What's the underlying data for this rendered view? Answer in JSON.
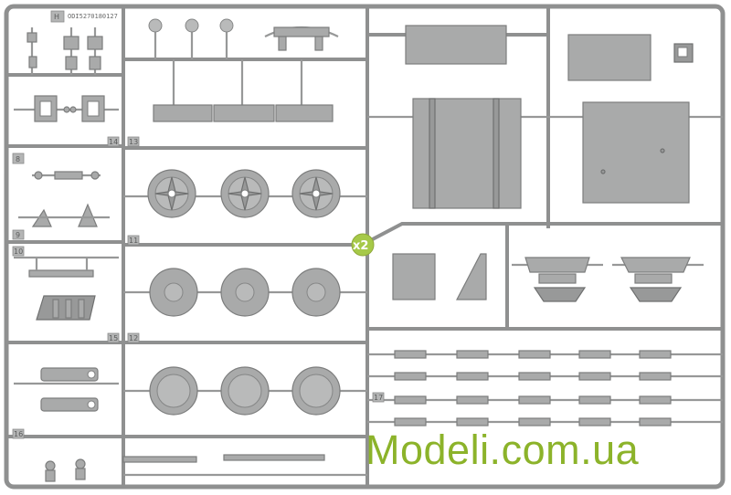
{
  "sprue": {
    "letter": "H",
    "code": "ODI5270180127",
    "multiplier": "x2",
    "part_tags": [
      "8",
      "9",
      "10",
      "11",
      "12",
      "13",
      "14",
      "15",
      "16",
      "17"
    ]
  },
  "watermark": {
    "text": "Modeli.com.ua",
    "color": "#8cb32a"
  },
  "colors": {
    "plastic": "#a9aaaa",
    "runner": "#8f9090",
    "background": "#ffffff"
  }
}
